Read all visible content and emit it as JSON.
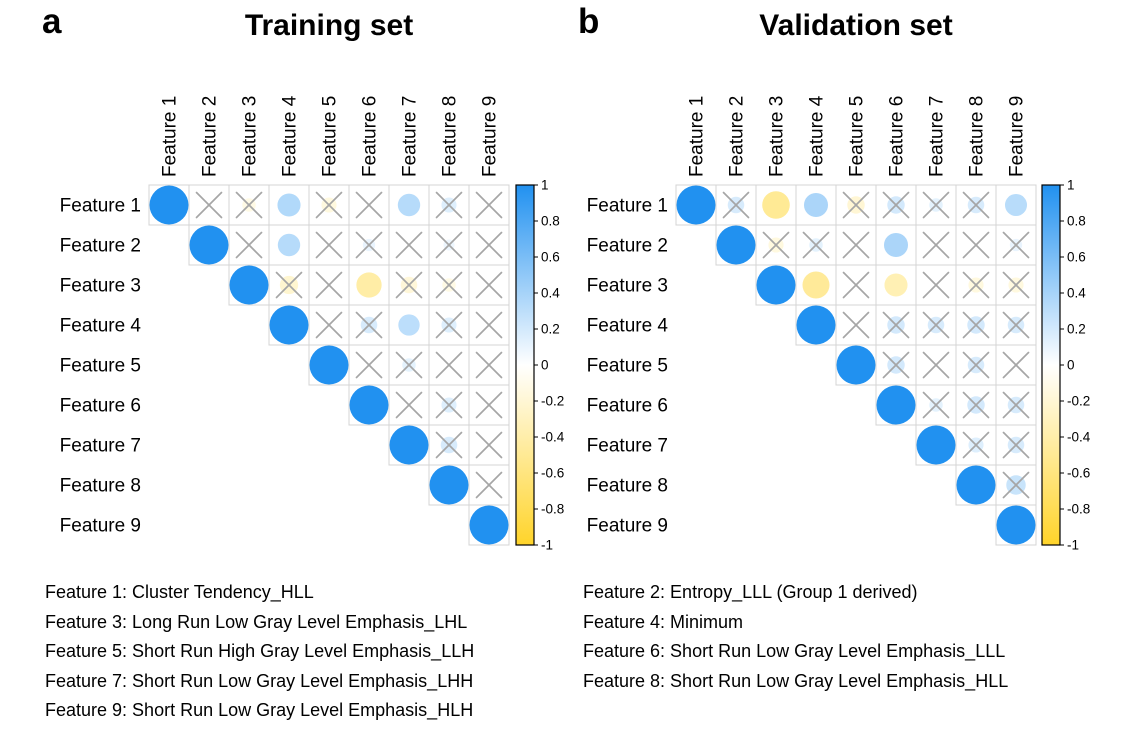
{
  "figure": {
    "panels": [
      {
        "label": "a",
        "title": "Training set"
      },
      {
        "label": "b",
        "title": "Validation set"
      }
    ]
  },
  "features": [
    "Feature 1",
    "Feature 2",
    "Feature 3",
    "Feature 4",
    "Feature 5",
    "Feature 6",
    "Feature 7",
    "Feature 8",
    "Feature 9"
  ],
  "colors": {
    "positive": "#2191F0",
    "negative": "#FFD42A",
    "zero": "#FFFFFF",
    "x_mark": "#A6A6A6",
    "grid_line": "#D4D4D4",
    "text": "#000000"
  },
  "colorbar": {
    "tick_labels": [
      "1",
      "0.8",
      "0.6",
      "0.4",
      "0.2",
      "0",
      "-0.2",
      "-0.4",
      "-0.6",
      "-0.8",
      "-1"
    ]
  },
  "legend": {
    "left_column": [
      "Feature 1: Cluster Tendency_HLL",
      "Feature 3: Long Run Low Gray Level Emphasis_LHL",
      "Feature 5: Short Run High Gray Level Emphasis_LLH",
      "Feature 7: Short Run Low Gray Level Emphasis_LHH",
      "Feature 9: Short Run Low Gray Level Emphasis_HLH"
    ],
    "right_column": [
      "Feature 2: Entropy_LLL (Group 1 derived)",
      "Feature 4: Minimum",
      "Feature 6: Short Run Low Gray Level Emphasis_LLL",
      "Feature 8: Short Run Low Gray Level Emphasis_HLL"
    ]
  },
  "chart_data": [
    {
      "type": "heatmap",
      "subtype": "upper-triangle-correlation-matrix",
      "title": "Training set",
      "labels": [
        "Feature 1",
        "Feature 2",
        "Feature 3",
        "Feature 4",
        "Feature 5",
        "Feature 6",
        "Feature 7",
        "Feature 8",
        "Feature 9"
      ],
      "value_range": [
        -1,
        1
      ],
      "diagonal_value": 1,
      "default_offdiagonal": {
        "value": 0,
        "crossed": true
      },
      "cells": [
        {
          "row": 1,
          "col": 3,
          "value": -0.12,
          "crossed": true
        },
        {
          "row": 1,
          "col": 4,
          "value": 0.35,
          "crossed": false
        },
        {
          "row": 1,
          "col": 5,
          "value": -0.15,
          "crossed": true
        },
        {
          "row": 1,
          "col": 7,
          "value": 0.33,
          "crossed": false
        },
        {
          "row": 1,
          "col": 8,
          "value": 0.15,
          "crossed": true
        },
        {
          "row": 2,
          "col": 4,
          "value": 0.33,
          "crossed": false
        },
        {
          "row": 2,
          "col": 6,
          "value": 0.1,
          "crossed": true
        },
        {
          "row": 2,
          "col": 8,
          "value": 0.08,
          "crossed": true
        },
        {
          "row": 3,
          "col": 4,
          "value": -0.22,
          "crossed": true
        },
        {
          "row": 3,
          "col": 6,
          "value": -0.42,
          "crossed": false
        },
        {
          "row": 3,
          "col": 7,
          "value": -0.18,
          "crossed": true
        },
        {
          "row": 3,
          "col": 8,
          "value": -0.12,
          "crossed": true
        },
        {
          "row": 4,
          "col": 6,
          "value": 0.18,
          "crossed": true
        },
        {
          "row": 4,
          "col": 7,
          "value": 0.3,
          "crossed": false
        },
        {
          "row": 4,
          "col": 8,
          "value": 0.15,
          "crossed": true
        },
        {
          "row": 5,
          "col": 7,
          "value": 0.12,
          "crossed": true
        },
        {
          "row": 6,
          "col": 8,
          "value": 0.15,
          "crossed": true
        },
        {
          "row": 7,
          "col": 8,
          "value": 0.18,
          "crossed": true
        }
      ]
    },
    {
      "type": "heatmap",
      "subtype": "upper-triangle-correlation-matrix",
      "title": "Validation set",
      "labels": [
        "Feature 1",
        "Feature 2",
        "Feature 3",
        "Feature 4",
        "Feature 5",
        "Feature 6",
        "Feature 7",
        "Feature 8",
        "Feature 9"
      ],
      "value_range": [
        -1,
        1
      ],
      "diagonal_value": 1,
      "default_offdiagonal": {
        "value": 0,
        "crossed": true
      },
      "cells": [
        {
          "row": 1,
          "col": 2,
          "value": 0.18,
          "crossed": true
        },
        {
          "row": 1,
          "col": 3,
          "value": -0.5,
          "crossed": false
        },
        {
          "row": 1,
          "col": 4,
          "value": 0.38,
          "crossed": false
        },
        {
          "row": 1,
          "col": 5,
          "value": -0.2,
          "crossed": true
        },
        {
          "row": 1,
          "col": 6,
          "value": 0.2,
          "crossed": true
        },
        {
          "row": 1,
          "col": 7,
          "value": 0.12,
          "crossed": true
        },
        {
          "row": 1,
          "col": 8,
          "value": 0.18,
          "crossed": true
        },
        {
          "row": 1,
          "col": 9,
          "value": 0.32,
          "crossed": false
        },
        {
          "row": 2,
          "col": 3,
          "value": -0.15,
          "crossed": true
        },
        {
          "row": 2,
          "col": 4,
          "value": 0.12,
          "crossed": true
        },
        {
          "row": 2,
          "col": 6,
          "value": 0.38,
          "crossed": false
        },
        {
          "row": 2,
          "col": 9,
          "value": 0.1,
          "crossed": true
        },
        {
          "row": 3,
          "col": 4,
          "value": -0.48,
          "crossed": false
        },
        {
          "row": 3,
          "col": 6,
          "value": -0.35,
          "crossed": false
        },
        {
          "row": 3,
          "col": 8,
          "value": -0.15,
          "crossed": true
        },
        {
          "row": 3,
          "col": 9,
          "value": -0.15,
          "crossed": true
        },
        {
          "row": 4,
          "col": 6,
          "value": 0.2,
          "crossed": true
        },
        {
          "row": 4,
          "col": 7,
          "value": 0.18,
          "crossed": true
        },
        {
          "row": 4,
          "col": 8,
          "value": 0.2,
          "crossed": true
        },
        {
          "row": 4,
          "col": 9,
          "value": 0.18,
          "crossed": true
        },
        {
          "row": 5,
          "col": 6,
          "value": 0.2,
          "crossed": true
        },
        {
          "row": 5,
          "col": 8,
          "value": 0.18,
          "crossed": true
        },
        {
          "row": 6,
          "col": 7,
          "value": 0.12,
          "crossed": true
        },
        {
          "row": 6,
          "col": 8,
          "value": 0.2,
          "crossed": true
        },
        {
          "row": 6,
          "col": 9,
          "value": 0.18,
          "crossed": true
        },
        {
          "row": 7,
          "col": 8,
          "value": 0.15,
          "crossed": true
        },
        {
          "row": 7,
          "col": 9,
          "value": 0.18,
          "crossed": true
        },
        {
          "row": 8,
          "col": 9,
          "value": 0.25,
          "crossed": true
        }
      ]
    }
  ]
}
